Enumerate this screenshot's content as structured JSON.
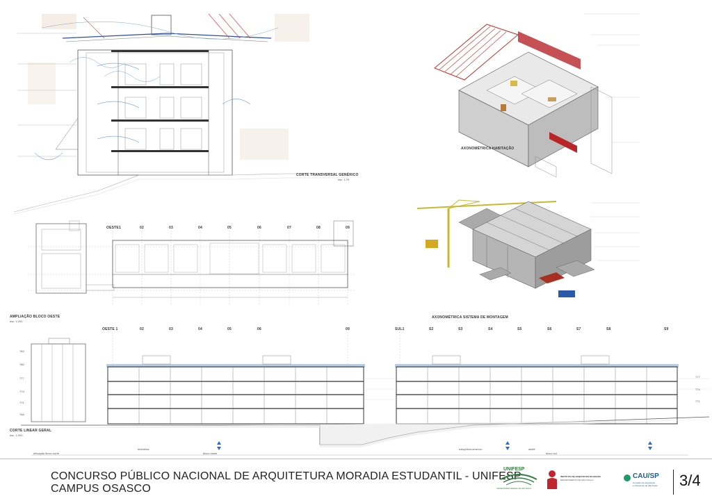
{
  "board": {
    "title_line1": "CONCURSO PÚBLICO NACIONAL DE ARQUITETURA MORADIA ESTUDANTIL - UNIFESP",
    "title_line2": "CAMPUS OSASCO",
    "sheet_number": "3/4"
  },
  "logos": {
    "unifesp": "UNIFESP",
    "unifesp_sub": "UNIVERSIDADE FEDERAL DE SÃO PAULO",
    "iab_line1": "INSTITUTO DE ARQUITETOS DO BRASIL",
    "iab_line2": "DEPARTAMENTO DE SÃO PAULO",
    "cau": "CAU/SP",
    "cau_sub1": "Conselho de Arquitetura",
    "cau_sub2": "e Urbanismo de São Paulo"
  },
  "drawings": {
    "corte_transversal": "CORTE TRANSVERSAL GENÉRICO",
    "corte_transversal_scale": "esc. 1:75",
    "axo_habitacao": "AXONOMÉTRICA HABITAÇÃO",
    "axo_montagem": "AXONOMÉTRICA SISTEMA DE MONTAGEM",
    "ampliacao": "AMPLIAÇÃO BLOCO OESTE",
    "ampliacao_scale": "esc. 1:200",
    "corte_linear": "CORTE LINEAR GERAL",
    "corte_linear_scale": "esc. 1:200"
  },
  "grid_top": [
    "OESTE1",
    "02",
    "03",
    "04",
    "05",
    "06",
    "07",
    "08",
    "09"
  ],
  "grid_section_west": [
    "OESTE 1",
    "02",
    "03",
    "04",
    "05",
    "06",
    "09"
  ],
  "grid_section_south": [
    "SUL1",
    "S2",
    "S3",
    "S4",
    "S5",
    "S6",
    "S7",
    "S8",
    "S9"
  ],
  "levels_left": [
    "783",
    "780",
    "777",
    "774",
    "771",
    "768"
  ],
  "levels_right": [
    "777",
    "774",
    "771"
  ],
  "bottom_labels": [
    "elevação bloco norte",
    "bloco oeste",
    "bicicletas",
    "estações/comercio",
    "ateliê",
    "bloco sul"
  ]
}
